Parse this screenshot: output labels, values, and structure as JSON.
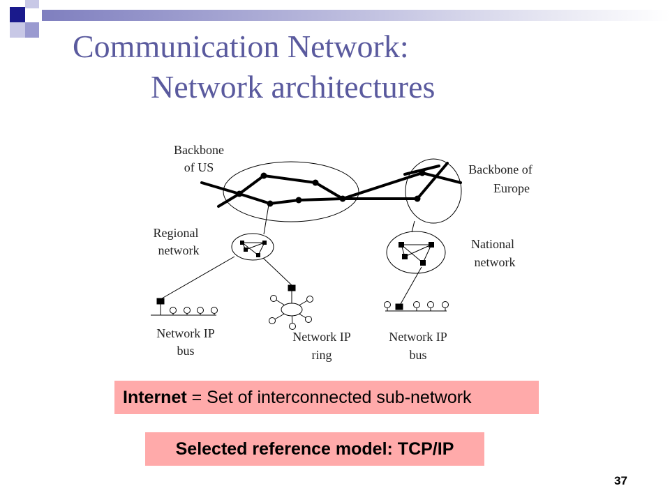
{
  "slide": {
    "title_line1": "Communication Network:",
    "title_line2": "Network architectures",
    "page_number": "37"
  },
  "diagram": {
    "backbone_us": {
      "line1": "Backbone",
      "line2": "of US"
    },
    "backbone_europe": {
      "line1": "Backbone of",
      "line2": "Europe"
    },
    "regional_network": {
      "line1": "Regional",
      "line2": "network"
    },
    "national_network": {
      "line1": "National",
      "line2": "network"
    },
    "bus_left": {
      "line1": "Network IP",
      "line2": "bus"
    },
    "ring": {
      "line1": "Network IP",
      "line2": "ring"
    },
    "bus_right": {
      "line1": "Network IP",
      "line2": "bus"
    }
  },
  "boxes": {
    "internet_term": "Internet",
    "internet_rest": " = Set of interconnected sub-network",
    "reference_model": "Selected reference model: TCP/IP"
  },
  "colors": {
    "title": "#5a5a9e",
    "highlight_box": "#ffaaaa",
    "accent_square": "#1a1a8c"
  }
}
